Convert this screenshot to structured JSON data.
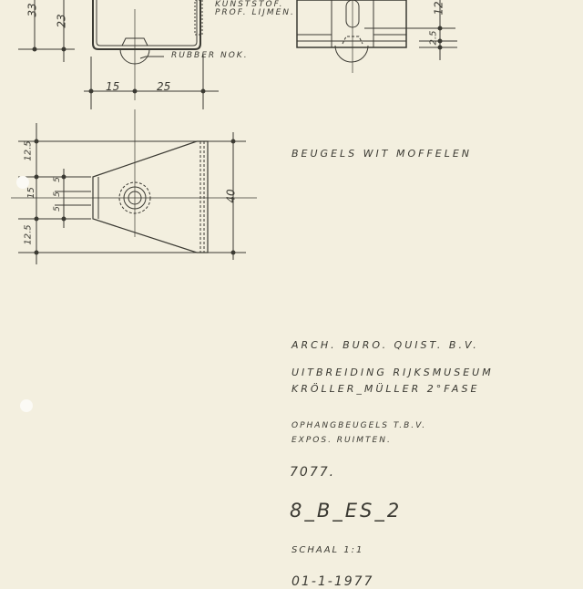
{
  "top_view": {
    "dim_33": "33",
    "dim_23": "23",
    "note_material": [
      "KUNSTSTOF.",
      "PROF. LIJMEN."
    ],
    "note_rubber": "RUBBER NOK.",
    "dim_15": "15",
    "dim_25": "25"
  },
  "side_view": {
    "dim_12": "12",
    "dim_2_5": "2.5"
  },
  "front_view": {
    "dims_left": [
      "12.5",
      "15",
      "5",
      "5",
      "5",
      "12.5"
    ],
    "dim_40": "40"
  },
  "finish_note": "BEUGELS WIT MOFFELEN",
  "title_block": {
    "office": "ARCH. BURO. QUIST. B.V.",
    "project_line1": "UITBREIDING RIJKSMUSEUM",
    "project_line2": "KRÖLLER_MÜLLER 2°FASE",
    "subject_line1": "OPHANGBEUGELS T.B.V.",
    "subject_line2": "EXPOS. RUIMTEN.",
    "project_number": "7077.",
    "drawing_number": "8_B_ES_2",
    "scale": "SCHAAL 1:1",
    "date": "01-1-1977"
  }
}
